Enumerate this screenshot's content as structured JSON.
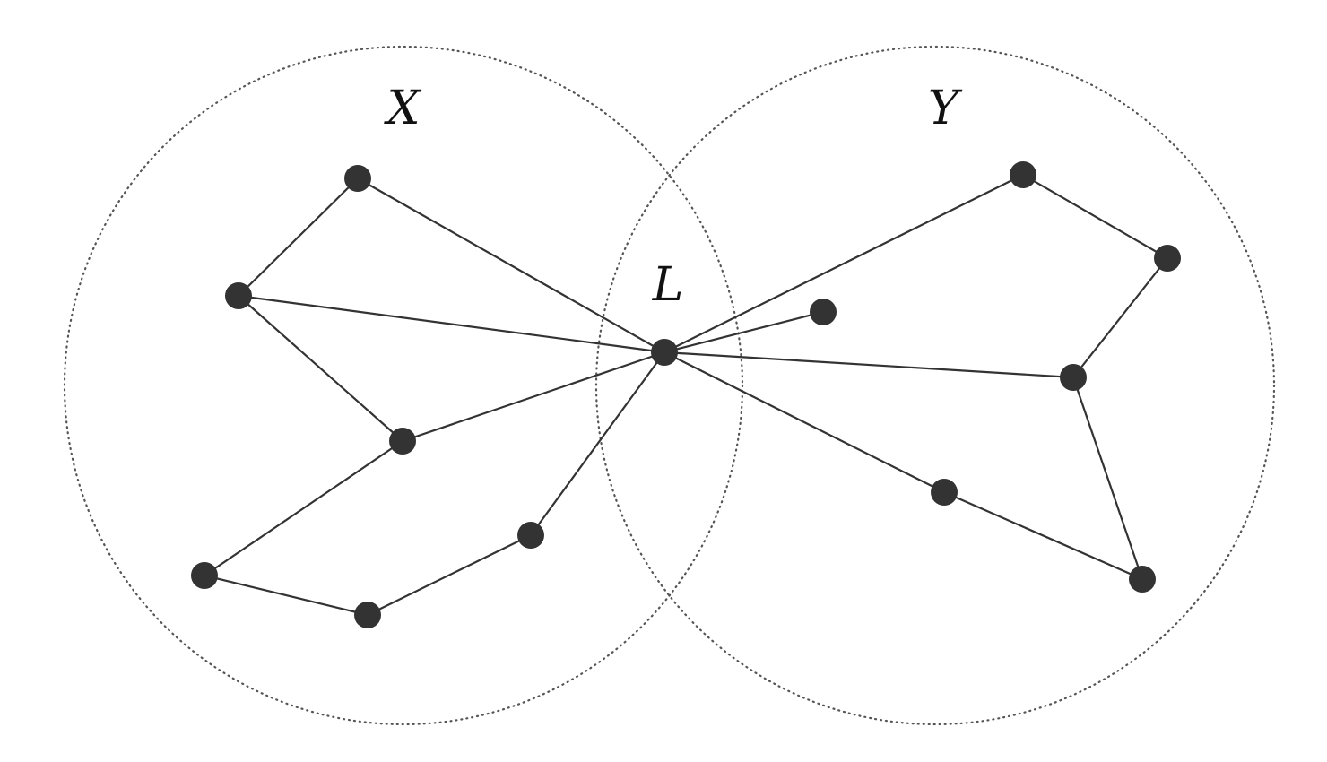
{
  "labels": {
    "left_set": "X",
    "right_set": "Y",
    "intersection": "L"
  },
  "colors": {
    "vertex": "#333333",
    "edge": "#333333",
    "circle": "#555555"
  },
  "graph": {
    "vertices": [
      "x1",
      "x2",
      "x3",
      "x4",
      "x5",
      "x6",
      "c",
      "l1",
      "y1",
      "y2",
      "y3",
      "y4",
      "y5"
    ],
    "edges": [
      [
        "x1",
        "x2"
      ],
      [
        "x1",
        "c"
      ],
      [
        "x2",
        "c"
      ],
      [
        "x2",
        "x3"
      ],
      [
        "x3",
        "c"
      ],
      [
        "x3",
        "x4"
      ],
      [
        "x4",
        "x5"
      ],
      [
        "x5",
        "x6"
      ],
      [
        "x6",
        "c"
      ],
      [
        "c",
        "l1"
      ],
      [
        "c",
        "y1"
      ],
      [
        "y1",
        "y2"
      ],
      [
        "y2",
        "y3"
      ],
      [
        "c",
        "y3"
      ],
      [
        "y3",
        "y5"
      ],
      [
        "c",
        "y4"
      ],
      [
        "y4",
        "y5"
      ]
    ]
  }
}
